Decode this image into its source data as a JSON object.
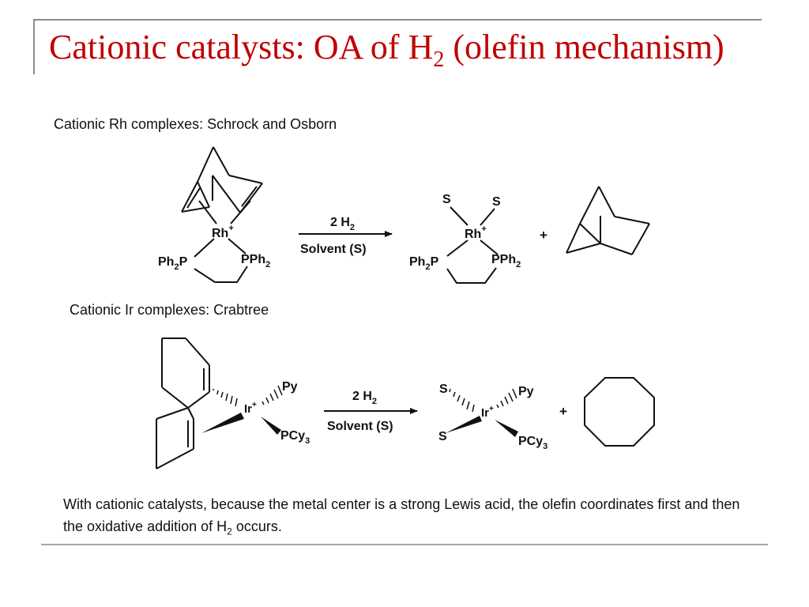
{
  "slide": {
    "title_main": "Cationic catalysts: OA of H",
    "title_sub": "2",
    "title_tail": " (olefin mechanism)",
    "colors": {
      "title": "#c00000",
      "rule": "#8c8c8c"
    }
  },
  "rh_section": {
    "heading": "Cationic Rh complexes: Schrock and Osborn",
    "reactant": {
      "metal": "Rh",
      "charge": "+",
      "ligand_left": "Ph",
      "ligand_left_sub": "2",
      "ligand_left_tail": "P",
      "ligand_right": "PPh",
      "ligand_right_sub": "2"
    },
    "arrow_top": "2 H",
    "arrow_top_sub": "2",
    "arrow_bottom": "Solvent (S)",
    "product": {
      "s1": "S",
      "s2": "S",
      "metal": "Rh",
      "charge": "+",
      "ligand_left": "Ph",
      "ligand_left_sub": "2",
      "ligand_left_tail": "P",
      "ligand_right": "PPh",
      "ligand_right_sub": "2"
    },
    "plus": "+"
  },
  "ir_section": {
    "heading": "Cationic Ir complexes: Crabtree",
    "reactant": {
      "metal": "Ir",
      "charge": "+",
      "py": "Py",
      "pcy": "PCy",
      "pcy_sub": "3"
    },
    "arrow_top": "2 H",
    "arrow_top_sub": "2",
    "arrow_bottom": "Solvent (S)",
    "product": {
      "s1": "S",
      "s2": "S",
      "metal": "Ir",
      "charge": "+",
      "py": "Py",
      "pcy": "PCy",
      "pcy_sub": "3"
    },
    "plus": "+"
  },
  "note": {
    "text_a": "With cationic catalysts, because the metal center is a strong Lewis acid, the olefin coordinates first and then the oxidative addition of H",
    "text_sub": "2",
    "text_b": " occurs."
  }
}
